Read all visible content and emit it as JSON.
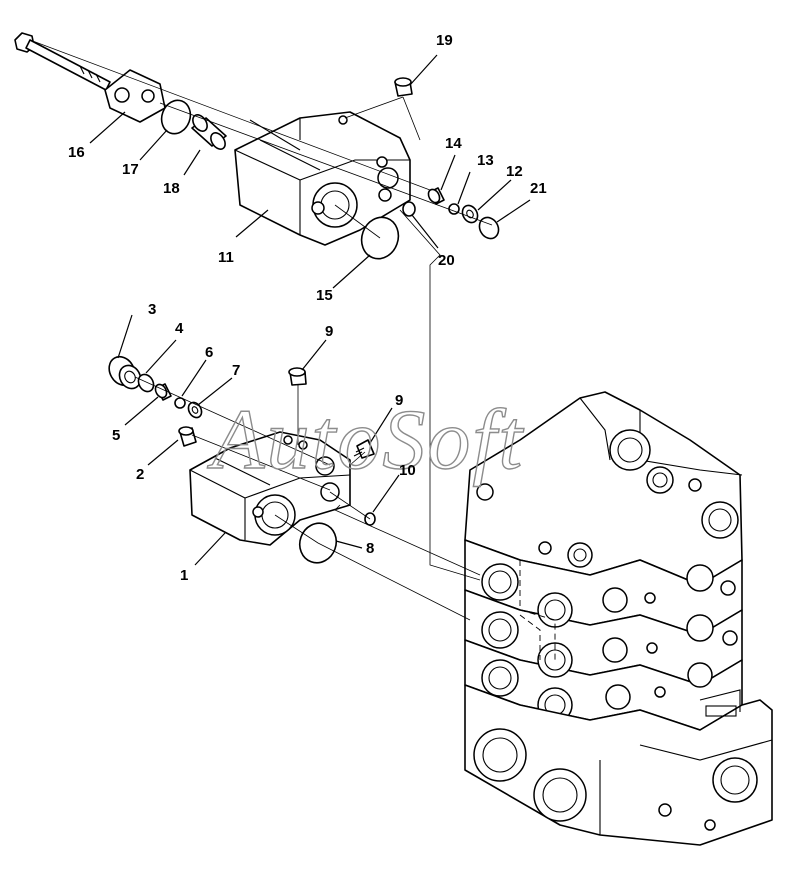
{
  "watermark": "AutoSoft",
  "callouts": {
    "c1": "1",
    "c2": "2",
    "c3": "3",
    "c4": "4",
    "c5": "5",
    "c6": "6",
    "c7": "7",
    "c8": "8",
    "c9a": "9",
    "c9b": "9",
    "c10": "10",
    "c11": "11",
    "c12": "12",
    "c13": "13",
    "c14": "14",
    "c15": "15",
    "c16": "16",
    "c17": "17",
    "c18": "18",
    "c19": "19",
    "c20": "20",
    "c21": "21"
  }
}
